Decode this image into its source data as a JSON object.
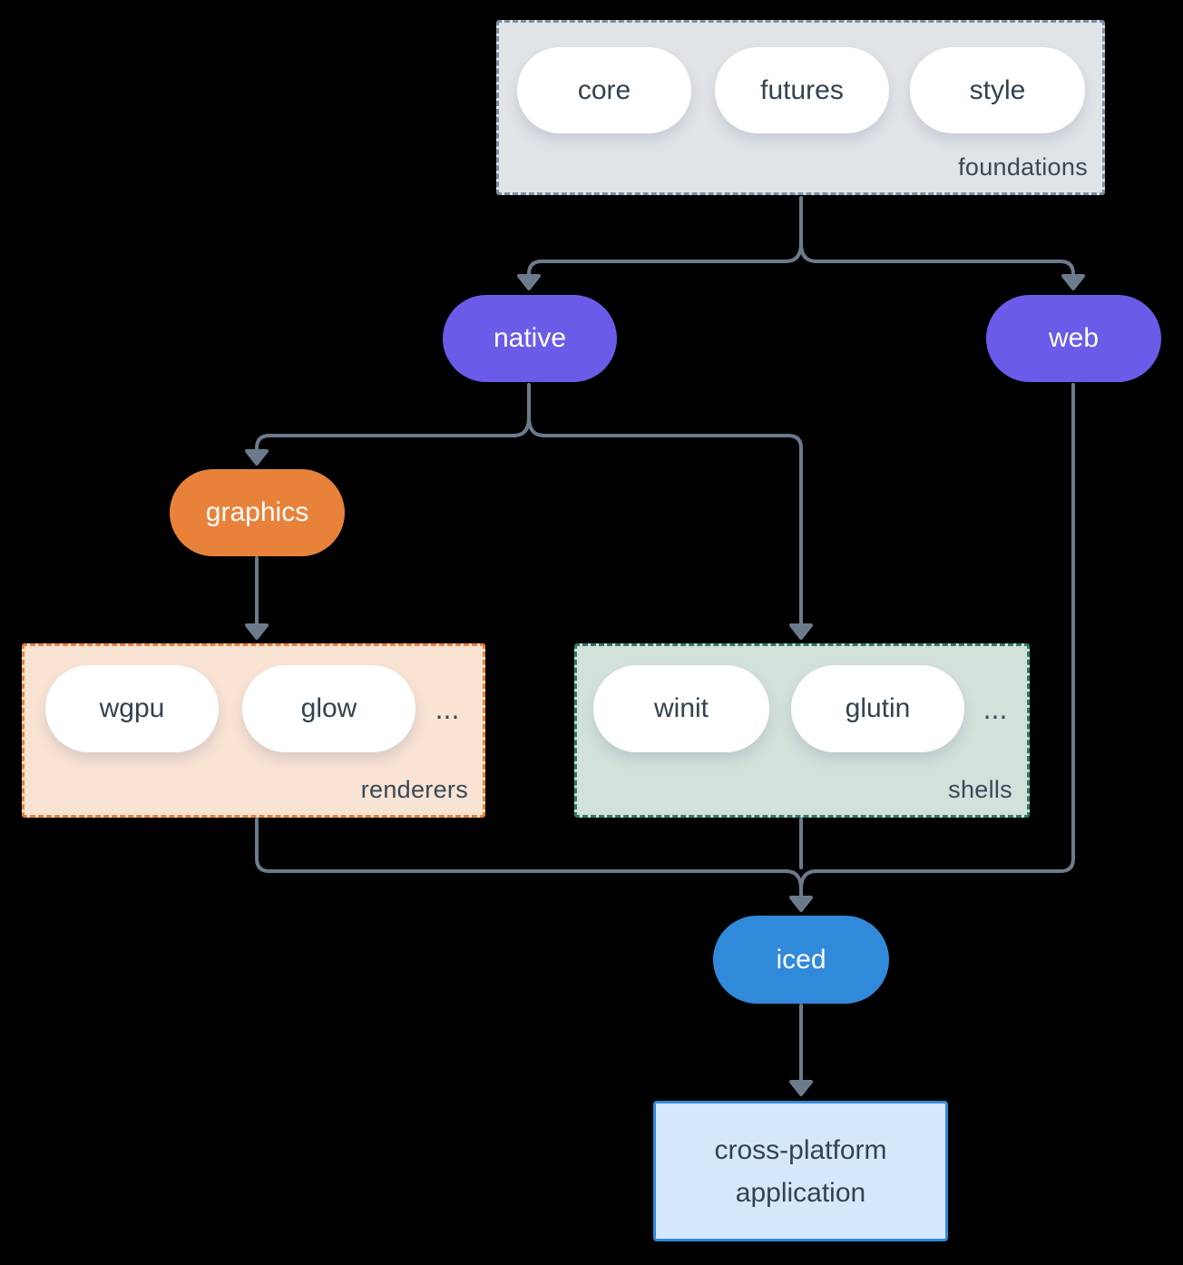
{
  "diagram": {
    "foundations_group": {
      "label": "foundations",
      "pills": [
        "core",
        "futures",
        "style"
      ]
    },
    "nodes": {
      "native": {
        "label": "native"
      },
      "web": {
        "label": "web"
      },
      "graphics": {
        "label": "graphics"
      },
      "iced": {
        "label": "iced"
      }
    },
    "renderers_group": {
      "label": "renderers",
      "pills": [
        "wgpu",
        "glow"
      ],
      "ellipsis": "..."
    },
    "shells_group": {
      "label": "shells",
      "pills": [
        "winit",
        "glutin"
      ],
      "ellipsis": "..."
    },
    "application": {
      "line1": "cross-platform",
      "line2": "application"
    },
    "edges": [
      "foundations -> native",
      "foundations -> web",
      "native -> graphics",
      "native -> shells",
      "graphics -> renderers",
      "renderers -> iced",
      "shells -> iced",
      "web -> iced",
      "iced -> application"
    ],
    "colors": {
      "background": "#000000",
      "arrow": "#6b7b8c",
      "purple_node": "#6a5ce8",
      "orange_node": "#e8823b",
      "blue_node": "#3189da",
      "foundations_fill": "#e0e4e7",
      "foundations_border": "#7d8fa0",
      "renderers_fill": "#f9e3d3",
      "renderers_border": "#e8833a",
      "shells_fill": "#d3e1db",
      "shells_border": "#2d7a6c",
      "application_fill": "#d5e8f9",
      "application_border": "#3189da",
      "dark_text": "#33424f"
    }
  }
}
